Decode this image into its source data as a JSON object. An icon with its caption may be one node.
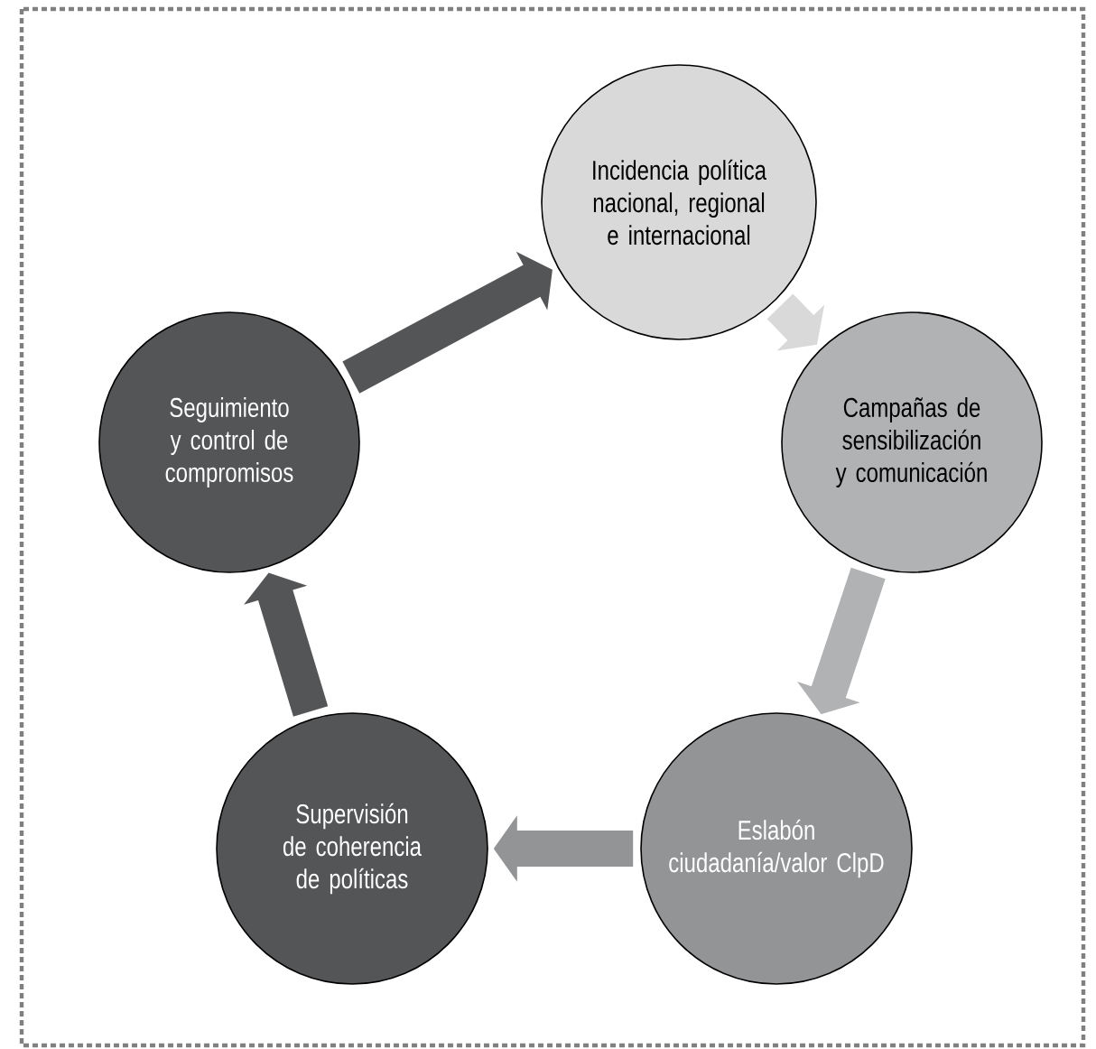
{
  "diagram": {
    "nodes": [
      {
        "text": [
          "Incidencia política nacional, regional e internacional"
        ]
      },
      {
        "text": [
          "Campañas de sensibilización y comunicación"
        ]
      },
      {
        "text": [
          "Eslabón ciudadanía/valor ClpD"
        ]
      },
      {
        "text": [
          "Supervisión de coherencia de políticas"
        ]
      },
      {
        "text": [
          "Seguimiento y control de compromisos"
        ]
      }
    ],
    "edges": [
      {
        "from": 0,
        "to": 1,
        "arrow": "to",
        "color": "#d9d9da"
      },
      {
        "from": 1,
        "to": 2,
        "arrow": "to",
        "color": "#b1b2b4"
      },
      {
        "from": 2,
        "to": 3,
        "arrow": "to",
        "color": "#939496"
      },
      {
        "from": 3,
        "to": 4,
        "arrow": "to",
        "color": "#545557"
      },
      {
        "from": 4,
        "to": 0,
        "arrow": "to",
        "color": "#545557"
      }
    ]
  }
}
